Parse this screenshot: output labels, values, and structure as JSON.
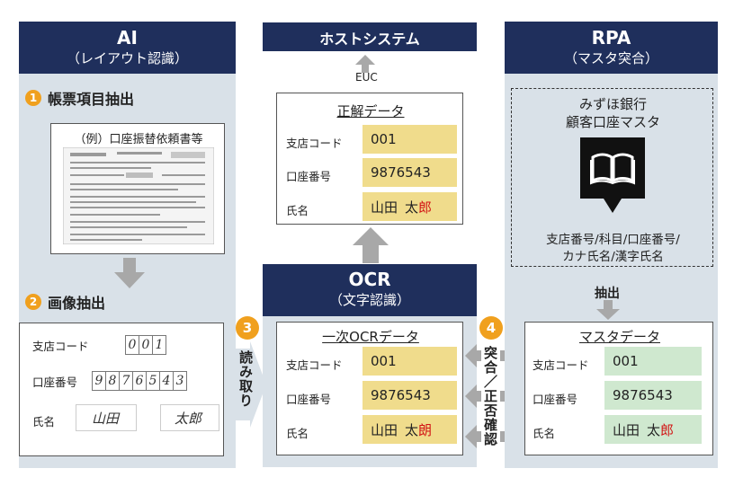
{
  "ai": {
    "title": "AI",
    "subtitle": "（レイアウト認識）"
  },
  "host": {
    "title": "ホストシステム"
  },
  "rpa": {
    "title": "RPA",
    "subtitle": "（マスタ突合）"
  },
  "ocr": {
    "title": "OCR",
    "subtitle": "（文字認識）"
  },
  "step1": {
    "num": "1",
    "label": "帳票項目抽出"
  },
  "step2": {
    "num": "2",
    "label": "画像抽出"
  },
  "step3": {
    "num": "3",
    "label": "読み取り"
  },
  "step4": {
    "num": "4",
    "label": "突合／正否確認"
  },
  "form_doc": {
    "title": "（例）口座振替依頼書等"
  },
  "euc": "EUC",
  "fields": {
    "branch": "支店コード",
    "account": "口座番号",
    "name": "氏名"
  },
  "handwritten": {
    "branch": [
      "0",
      "0",
      "1"
    ],
    "account": [
      "9",
      "8",
      "7",
      "6",
      "5",
      "4",
      "3"
    ],
    "name_family": "山田",
    "name_given": "太郎"
  },
  "correct": {
    "title": "正解データ",
    "branch": "001",
    "account": "9876543",
    "name_family": "山田",
    "name_given_a": "太",
    "name_given_b": "郎"
  },
  "ocr_data": {
    "title": "一次OCRデータ",
    "branch": "001",
    "account": "9876543",
    "name_family": "山田",
    "name_given_a": "太",
    "name_given_b": "朗"
  },
  "master_data": {
    "title": "マスタデータ",
    "branch": "001",
    "account": "9876543",
    "name_family": "山田",
    "name_given_a": "太",
    "name_given_b": "郎"
  },
  "mizuho": {
    "line1": "みずほ銀行",
    "line2": "顧客口座マスタ",
    "fields1": "支店番号/科目/口座番号/",
    "fields2": "カナ氏名/漢字氏名"
  },
  "extract": "抽出",
  "colors": {
    "navy": "#1f2f5c",
    "panel": "#d9e1e8",
    "yellow": "#f0dc8c",
    "green": "#cfe8cf",
    "orange": "#f0a01e",
    "red": "#d21414"
  },
  "icons": [
    "book-icon",
    "arrow-up-icon",
    "arrow-down-icon",
    "arrow-right-icon",
    "double-arrow-icon"
  ]
}
